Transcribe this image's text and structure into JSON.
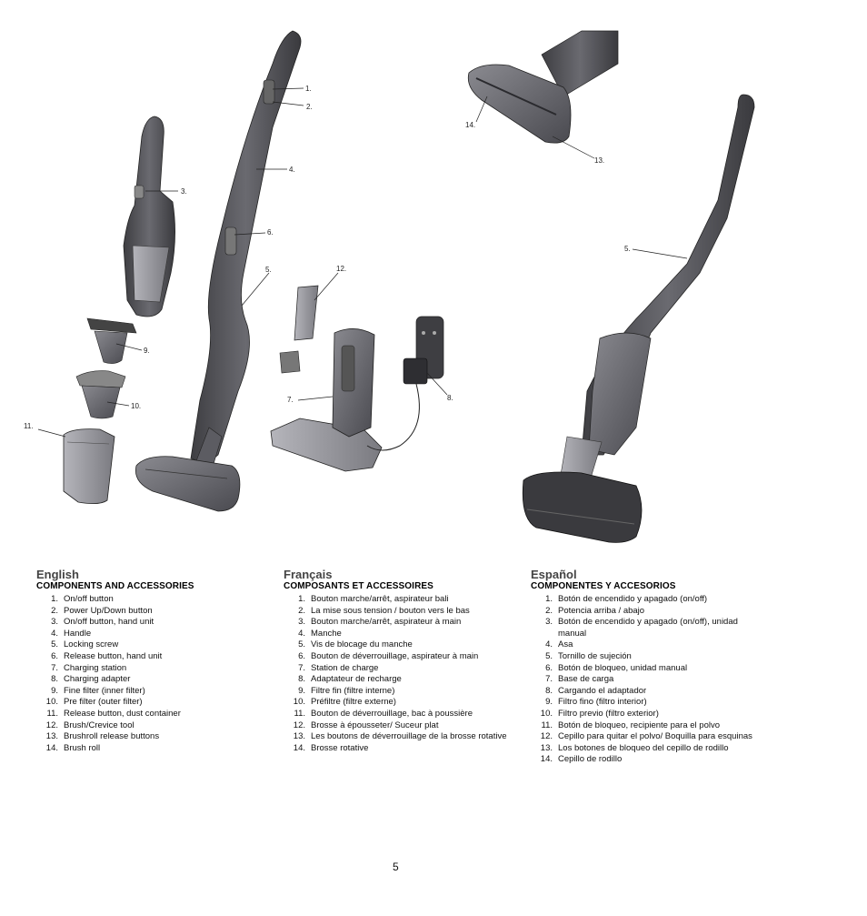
{
  "callouts": [
    "1.",
    "2.",
    "3.",
    "4.",
    "5.",
    "6.",
    "7.",
    "8.",
    "9.",
    "10.",
    "11.",
    "12.",
    "13.",
    "14.",
    "5."
  ],
  "english": {
    "language": "English",
    "heading": "COMPONENTS AND ACCESSORIES",
    "items": [
      {
        "num": "1.",
        "text": "On/off button"
      },
      {
        "num": "2.",
        "text": "Power Up/Down button"
      },
      {
        "num": "3.",
        "text": "On/off button, hand unit"
      },
      {
        "num": "4.",
        "text": "Handle"
      },
      {
        "num": "5.",
        "text": "Locking screw"
      },
      {
        "num": "6.",
        "text": "Release button, hand unit"
      },
      {
        "num": "7.",
        "text": "Charging station"
      },
      {
        "num": "8.",
        "text": "Charging adapter"
      },
      {
        "num": "9.",
        "text": "Fine filter (inner filter)"
      },
      {
        "num": "10.",
        "text": "Pre filter (outer filter)"
      },
      {
        "num": "11.",
        "text": "Release button, dust container"
      },
      {
        "num": "12.",
        "text": "Brush/Crevice tool"
      },
      {
        "num": "13.",
        "text": "Brushroll release buttons"
      },
      {
        "num": "14.",
        "text": "Brush roll"
      }
    ]
  },
  "french": {
    "language": "Français",
    "heading": "COMPOSANTS ET ACCESSOIRES",
    "items": [
      {
        "num": "1.",
        "text": "Bouton marche/arrêt, aspirateur bali"
      },
      {
        "num": "2.",
        "text": "La mise sous tension / bouton vers le bas"
      },
      {
        "num": "3.",
        "text": "Bouton marche/arrêt, aspirateur à main"
      },
      {
        "num": "4.",
        "text": "Manche"
      },
      {
        "num": "5.",
        "text": "Vis de blocage du manche"
      },
      {
        "num": "6.",
        "text": "Bouton de déverrouillage, aspirateur à main"
      },
      {
        "num": "7.",
        "text": "Station de charge"
      },
      {
        "num": "8.",
        "text": "Adaptateur de recharge"
      },
      {
        "num": "9.",
        "text": "Filtre fin (filtre interne)"
      },
      {
        "num": "10.",
        "text": "Préfiltre (filtre externe)"
      },
      {
        "num": "11.",
        "text": "Bouton de déverrouillage, bac à poussière"
      },
      {
        "num": "12.",
        "text": "Brosse à épousseter/ Suceur plat"
      },
      {
        "num": "13.",
        "text": "Les boutons de déverrouillage de la brosse rotative"
      },
      {
        "num": "14.",
        "text": "Brosse rotative"
      }
    ]
  },
  "spanish": {
    "language": "Español",
    "heading": "COMPONENTES Y ACCESORIOS",
    "items": [
      {
        "num": "1.",
        "text": "Botón de encendido y apagado (on/off)"
      },
      {
        "num": "2.",
        "text": "Potencia arriba / abajo"
      },
      {
        "num": "3.",
        "text": "Botón de encendido y apagado (on/off), unidad manual"
      },
      {
        "num": "4.",
        "text": "Asa"
      },
      {
        "num": "5.",
        "text": "Tornillo de sujeción"
      },
      {
        "num": "6.",
        "text": "Botón de bloqueo, unidad manual"
      },
      {
        "num": "7.",
        "text": "Base de carga"
      },
      {
        "num": "8.",
        "text": "Cargando el adaptador"
      },
      {
        "num": "9.",
        "text": "Filtro fino (filtro interior)"
      },
      {
        "num": "10.",
        "text": "Filtro previo (filtro exterior)"
      },
      {
        "num": "11.",
        "text": "Botón de bloqueo, recipiente para el polvo"
      },
      {
        "num": "12.",
        "text": "Cepillo para quitar el polvo/ Boquilla para esquinas"
      },
      {
        "num": "13.",
        "text": "Los botones de bloqueo del cepillo de rodillo"
      },
      {
        "num": "14.",
        "text": "Cepillo de rodillo"
      }
    ]
  },
  "page_number": "5",
  "colors": {
    "device_dark": "#4a4a4e",
    "device_mid": "#6d6d72",
    "device_light": "#9a9aa0",
    "line": "#222222"
  }
}
